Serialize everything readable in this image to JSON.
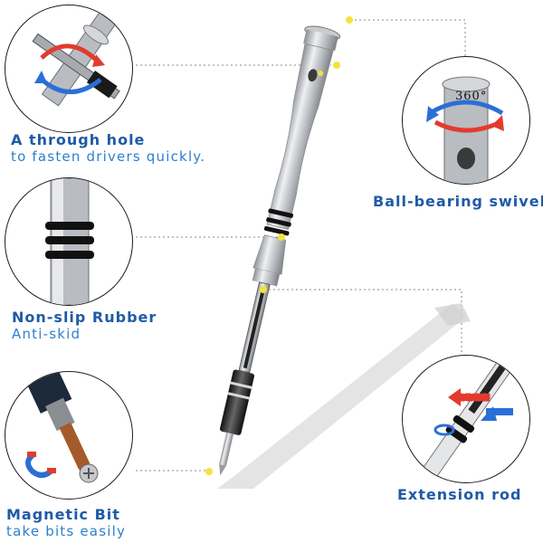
{
  "features": [
    {
      "id": "through-hole",
      "title": "A through hole",
      "subtitle": "to fasten drivers quickly."
    },
    {
      "id": "swivel",
      "title": "Ball-bearing swivel",
      "badge": "360°"
    },
    {
      "id": "rubber",
      "title": "Non-slip Rubber",
      "subtitle": "Anti-skid"
    },
    {
      "id": "extension",
      "title": "Extension rod"
    },
    {
      "id": "magnetic",
      "title": "Magnetic Bit",
      "subtitle": "take bits easily"
    }
  ],
  "colors": {
    "title_blue": "#1f5aa6",
    "subtitle_blue": "#2d7fd0",
    "arrow_red": "#e23b2e",
    "arrow_blue": "#2a6fd6",
    "marker_yellow": "#f5e23a",
    "metal": "#b9bcc0"
  },
  "icons": [
    "rotation-arrows-icon",
    "magnet-icon",
    "screw-icon",
    "push-arrow-icon",
    "pull-arrow-icon"
  ]
}
